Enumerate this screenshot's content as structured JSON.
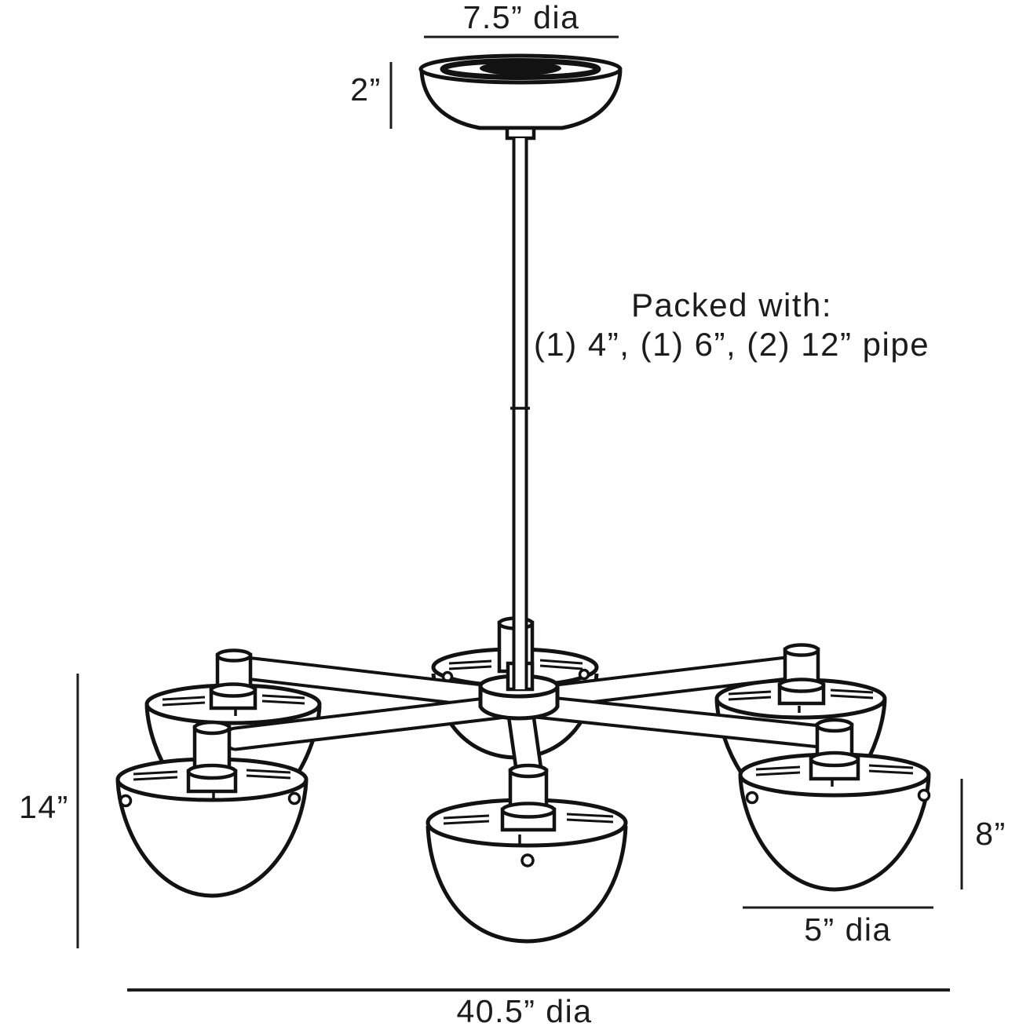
{
  "note": {
    "line1": "Packed with:",
    "line2": "(1) 4”, (1) 6”, (2) 12” pipe"
  },
  "dimensions": {
    "canopy_diameter": "7.5” dia",
    "canopy_height": "2”",
    "body_height": "14”",
    "shade_height": "8”",
    "shade_diameter": "5” dia",
    "overall_diameter": "40.5” dia"
  },
  "colors": {
    "line": "#121212",
    "dimension_line": "#1c1c1c",
    "background": "#ffffff"
  }
}
